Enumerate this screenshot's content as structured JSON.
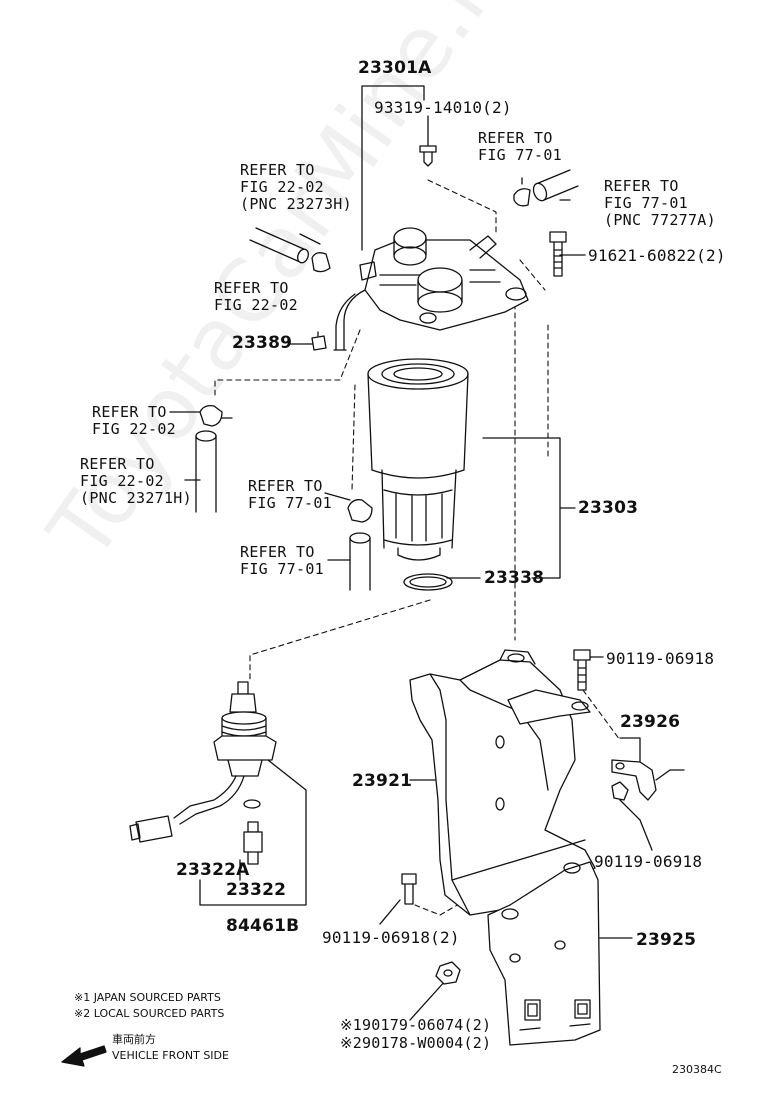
{
  "parts": {
    "p23301A": "23301A",
    "p93319": "93319-14010(2)",
    "p91621": "91621-60822(2)",
    "p23389": "23389",
    "p23303": "23303",
    "p23338": "23338",
    "p90119_a": "90119-06918",
    "p23926": "23926",
    "p23921": "23921",
    "p90119_b": "90119-06918",
    "p23322A": "23322A",
    "p23322": "23322",
    "p84461B": "84461B",
    "p90119_c": "90119-06918(2)",
    "p23925": "23925",
    "p90179": "※190179-06074(2)",
    "p90178": "※290178-W0004(2)"
  },
  "refs": {
    "r1": {
      "line1": "REFER TO",
      "line2": "FIG 77-01"
    },
    "r2": {
      "line1": "REFER TO",
      "line2": "FIG 77-01",
      "line3": "(PNC 77277A)"
    },
    "r3": {
      "line1": "REFER TO",
      "line2": "FIG 22-02",
      "line3": "(PNC 23273H)"
    },
    "r4": {
      "line1": "REFER TO",
      "line2": "FIG 22-02"
    },
    "r5": {
      "line1": "REFER TO",
      "line2": "FIG 22-02"
    },
    "r6": {
      "line1": "REFER TO",
      "line2": "FIG 22-02",
      "line3": "(PNC 23271H)"
    },
    "r7": {
      "line1": "REFER TO",
      "line2": "FIG 77-01"
    },
    "r8": {
      "line1": "REFER TO",
      "line2": "FIG 77-01"
    }
  },
  "notes": {
    "n1": "※1 JAPAN SOURCED PARTS",
    "n2": "※2 LOCAL SOURCED PARTS",
    "front_jp": "車両前方",
    "front_en": "VEHICLE FRONT SIDE",
    "diagram_id": "230384C"
  },
  "watermark": "ToyotaCarMine.ru",
  "colors": {
    "ink": "#111111",
    "paper": "#ffffff"
  }
}
